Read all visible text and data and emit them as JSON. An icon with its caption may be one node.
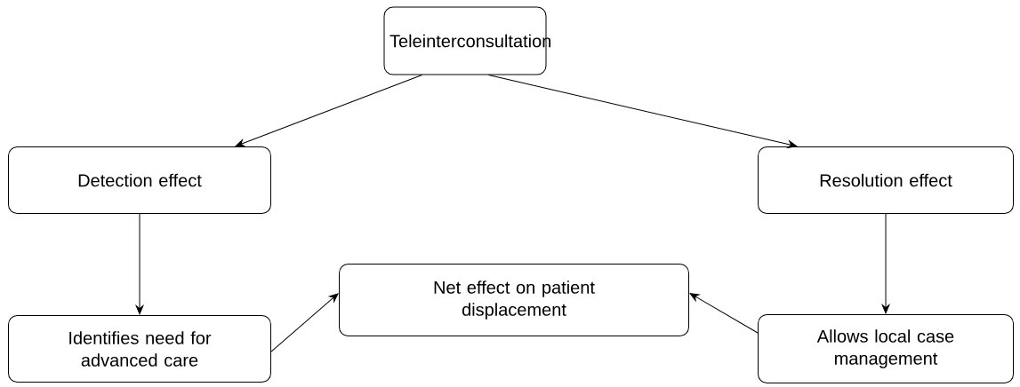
{
  "diagram": {
    "nodes": [
      {
        "text": [
          "Teleinterconsultation"
        ]
      },
      {
        "text": [
          "Detection effect"
        ]
      },
      {
        "text": [
          "Resolution effect"
        ]
      },
      {
        "text": [
          "Net effect on patient displacement"
        ]
      },
      {
        "text": [
          "Identifies need for advanced care"
        ]
      },
      {
        "text": [
          "Allows local case management"
        ]
      }
    ],
    "edges": [
      {
        "from": 0,
        "to": 1,
        "arrow": "to"
      },
      {
        "from": 0,
        "to": 2,
        "arrow": "to"
      },
      {
        "from": 1,
        "to": 4,
        "arrow": "to"
      },
      {
        "from": 2,
        "to": 5,
        "arrow": "to"
      },
      {
        "from": 4,
        "to": 3,
        "arrow": "to"
      },
      {
        "from": 5,
        "to": 3,
        "arrow": "to"
      }
    ]
  }
}
